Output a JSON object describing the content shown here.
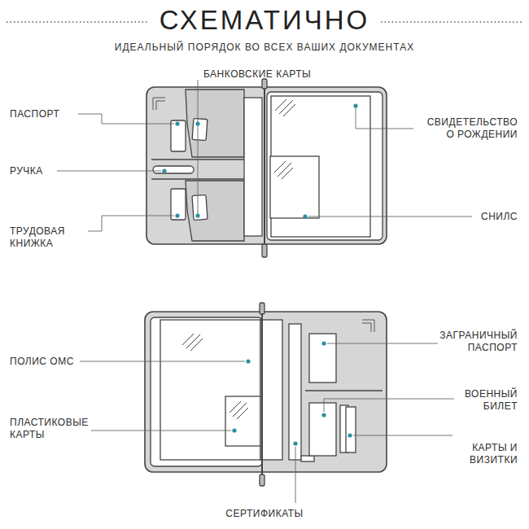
{
  "diagram": {
    "title": "СХЕМАТИЧНО",
    "caption": "ИДЕАЛЬНЫЙ ПОРЯДОК ВО ВСЕХ ВАШИХ ДОКУМЕНТАХ",
    "labels": [
      "ПАСПОРТ",
      "БАНКОВСКИЕ КАРТЫ",
      "РУЧКА",
      "ТРУДОВАЯ КНИЖКА",
      "СВИДЕТЕЛЬСТВО О РОЖДЕНИИ",
      "СНИЛС",
      "ПОЛИС ОМС",
      "ПЛАСТИКОВЫЕ КАРТЫ",
      "ЗАГРАНИЧНЫЙ ПАСПОРТ",
      "ВОЕННЫЙ БИЛЕТ",
      "КАРТЫ И ВИЗИТКИ",
      "СЕРТИФИКАТЫ"
    ]
  }
}
